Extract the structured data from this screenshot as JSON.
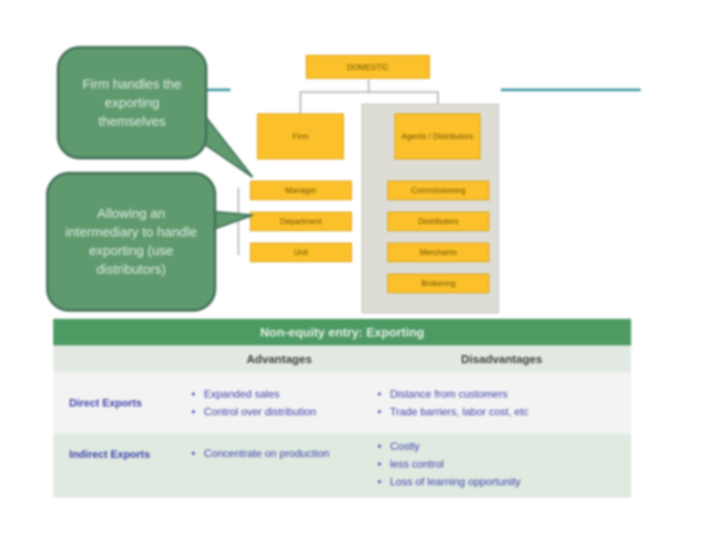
{
  "callouts": {
    "top": "Firm handles the exporting themselves",
    "bottom": "Allowing an intermediary to handle exporting (use distributors)"
  },
  "org": {
    "root": "DOMESTIC",
    "left_head": "Firm",
    "right_head": "Agents / Distributors",
    "left_items": [
      "Manager",
      "Department",
      "Unit"
    ],
    "right_items": [
      "Commissioning",
      "Distributors",
      "Merchants",
      "Brokering"
    ]
  },
  "table": {
    "title": "Non-equity entry: Exporting",
    "headers": [
      "",
      "Advantages",
      "Disadvantages"
    ],
    "rows": [
      {
        "label": "Direct Exports",
        "advantages": [
          "Expanded sales",
          "Control over distribution"
        ],
        "disadvantages": [
          "Distance from customers",
          "Trade barriers, labor cost, etc"
        ]
      },
      {
        "label": "Indirect Exports",
        "advantages": [
          "Concentrate on production"
        ],
        "disadvantages": [
          "Costly",
          "less control",
          "Loss of learning opportunity"
        ]
      }
    ]
  },
  "colors": {
    "callout_green": "#5f9a6e",
    "org_gold": "#fcc12a",
    "table_green": "#4e9a63",
    "accent_teal": "#3f9aa4"
  }
}
